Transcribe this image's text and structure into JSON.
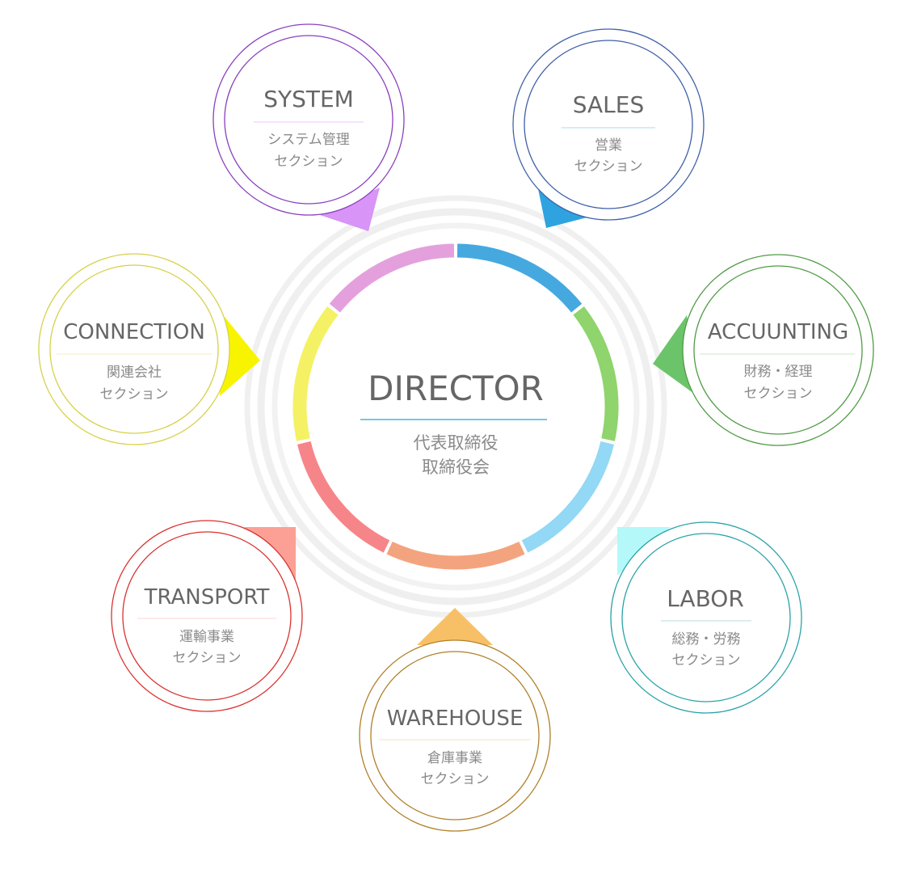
{
  "center": {
    "title": "DIRECTOR",
    "line1": "代表取締役",
    "line2": "取締役会",
    "underline_color": "#4bb3d6"
  },
  "ring_colors": [
    "#45a9e0",
    "#8fd46c",
    "#93d8f4",
    "#f3a47e",
    "#f6858a",
    "#f4f165",
    "#e4a0dd"
  ],
  "departments": [
    {
      "id": "system",
      "title": "SYSTEM",
      "line1": "システム管理",
      "line2": "セクション",
      "color": "#8a3fbd",
      "pointer_color": "#d894f6"
    },
    {
      "id": "sales",
      "title": "SALES",
      "line1": "営業",
      "line2": "セクション",
      "color": "#3f5fa8",
      "pointer_color": "#2ea3e0"
    },
    {
      "id": "accounting",
      "title": "ACCUUNTING",
      "line1": "財務・経理",
      "line2": "セクション",
      "color": "#4f9a44",
      "pointer_color": "#6cc46a"
    },
    {
      "id": "labor",
      "title": "LABOR",
      "line1": "総務・労務",
      "line2": "セクション",
      "color": "#2aa3a8",
      "pointer_color": "#b4f8fa"
    },
    {
      "id": "warehouse",
      "title": "WAREHOUSE",
      "line1": "倉庫事業",
      "line2": "セクション",
      "color": "#b07f2a",
      "pointer_color": "#f8c066"
    },
    {
      "id": "transport",
      "title": "TRANSPORT",
      "line1": "運輸事業",
      "line2": "セクション",
      "color": "#d8322e",
      "pointer_color": "#fca095"
    },
    {
      "id": "connection",
      "title": "CONNECTION",
      "line1": "関連会社",
      "line2": "セクション",
      "color": "#d6d14a",
      "pointer_color": "#f8f400"
    }
  ]
}
